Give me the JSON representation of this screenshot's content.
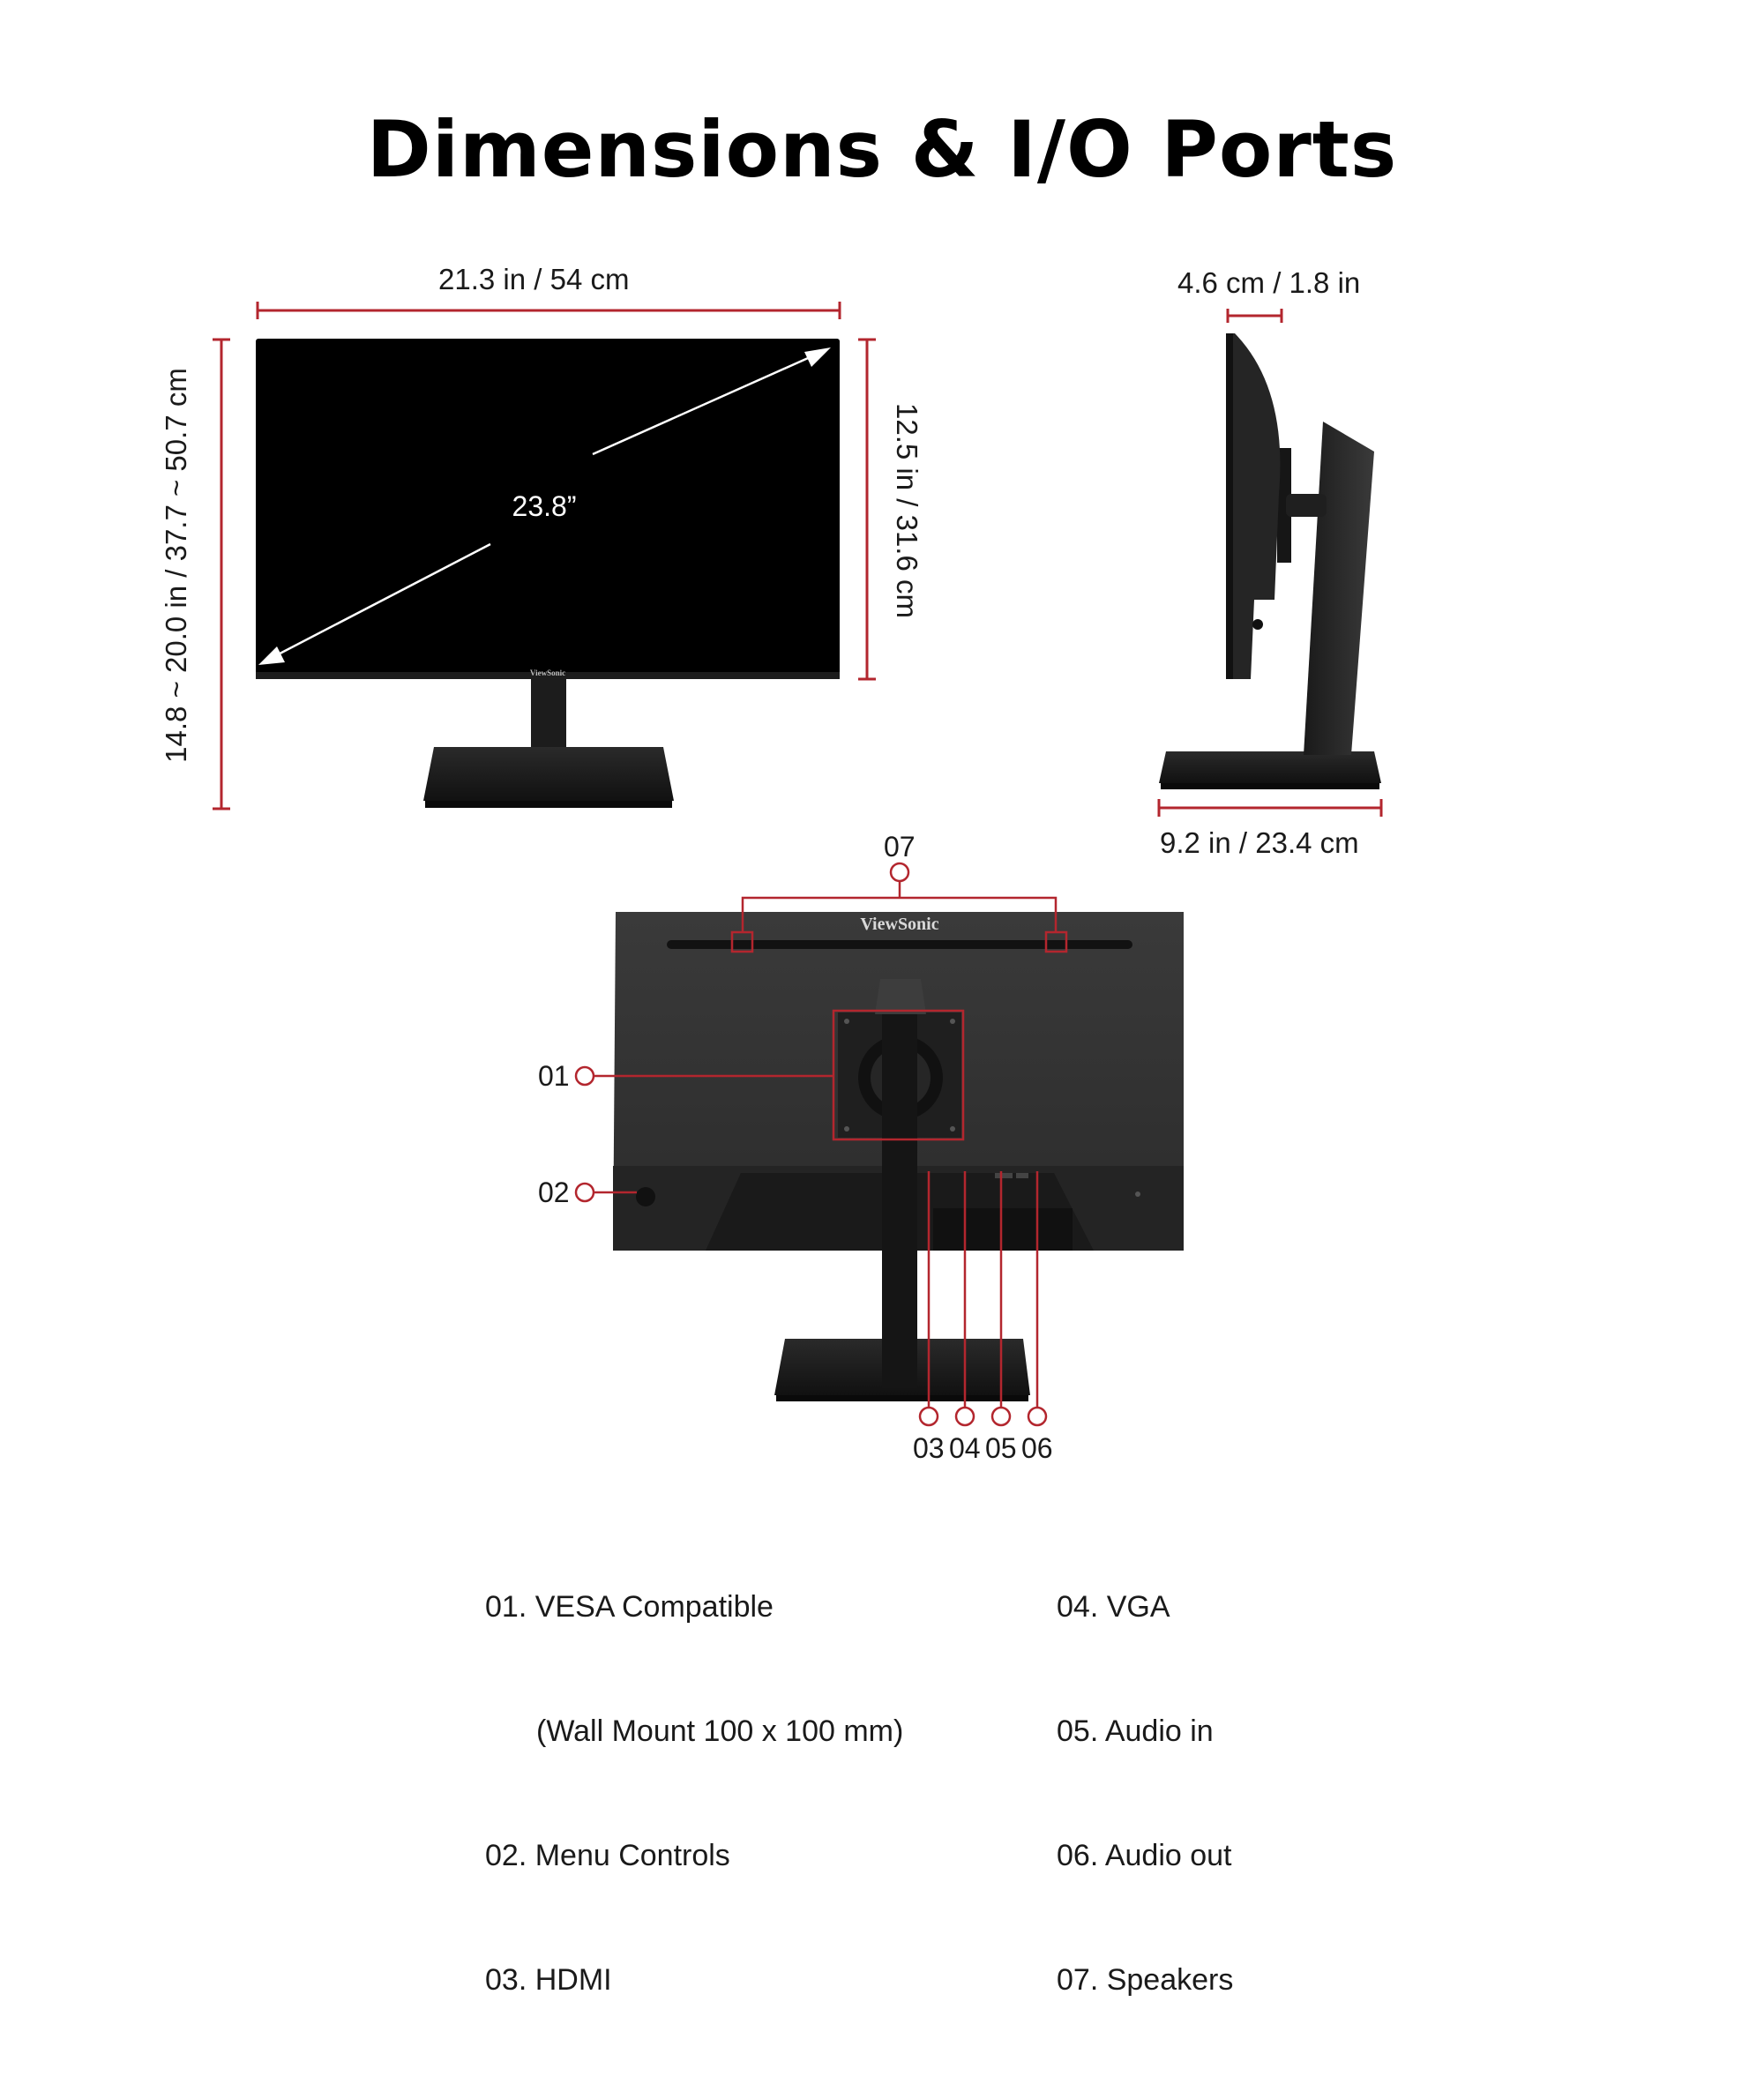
{
  "title": "Dimensions & I/O Ports",
  "dimensions": {
    "front_width": "21.3 in / 54 cm",
    "front_height": "14.8 ~ 20.0 in / 37.7 ~ 50.7 cm",
    "screen_height": "12.5 in / 31.6 cm",
    "diagonal": "23.8”",
    "side_depth_top": "4.6 cm / 1.8 in",
    "side_depth_base": "9.2 in / 23.4 cm"
  },
  "brand": "ViewSonic",
  "callouts": {
    "c01": "01",
    "c02": "02",
    "c03": "03",
    "c04": "04",
    "c05": "05",
    "c06": "06",
    "c07": "07"
  },
  "legend": {
    "left": [
      "01. VESA Compatible",
      "(Wall Mount 100 x 100 mm)",
      "02. Menu Controls",
      "03. HDMI"
    ],
    "right": [
      "04. VGA",
      "05. Audio in",
      "06. Audio out",
      "07. Speakers"
    ]
  },
  "colors": {
    "accent": "#b3262e",
    "panel": "#000000",
    "body": "#2a2a2a"
  }
}
